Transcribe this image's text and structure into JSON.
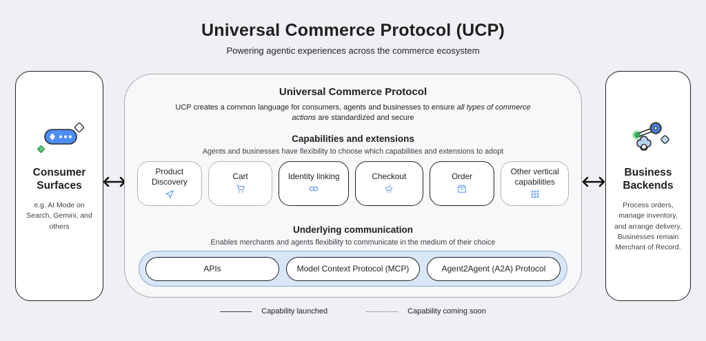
{
  "page": {
    "title": "Universal Commerce Protocol (UCP)",
    "subtitle": "Powering agentic experiences across the commerce ecosystem"
  },
  "consumer": {
    "title": "Consumer\nSurfaces",
    "description": "e.g. AI Mode on Search, Gemini, and others",
    "icon": "ai-chat-pill-icon"
  },
  "business": {
    "title": "Business\nBackends",
    "description": "Process orders, manage inventory, and arrange delivery. Businesses remain Merchant of Record.",
    "icon": "gears-icon"
  },
  "ucp": {
    "title": "Universal Commerce Protocol",
    "desc_pre": "UCP creates a common language for consumers, agents and businesses to ensure ",
    "desc_italic": "all types of commerce actions",
    "desc_post": " are standardized and secure",
    "capabilities_section": {
      "title": "Capabilities and extensions",
      "subtitle": "Agents and businesses have flexibility to choose which capabilities and extensions to adopt",
      "items": [
        {
          "label": "Product Discovery",
          "icon": "send-icon",
          "status": "coming-soon"
        },
        {
          "label": "Cart",
          "icon": "cart-icon",
          "status": "coming-soon"
        },
        {
          "label": "Identity linking",
          "icon": "link-icon",
          "status": "launched"
        },
        {
          "label": "Checkout",
          "icon": "checkout-cart-icon",
          "status": "launched"
        },
        {
          "label": "Order",
          "icon": "order-box-icon",
          "status": "launched"
        },
        {
          "label": "Other vertical capabilities",
          "icon": "grid-icon",
          "status": "coming-soon"
        }
      ]
    },
    "communication_section": {
      "title": "Underlying communication",
      "subtitle": "Enables merchants and agents flexibility to communicate in the medium of their choice",
      "channels": [
        "APIs",
        "Model Context Protocol (MCP)",
        "Agent2Agent (A2A) Protocol"
      ]
    }
  },
  "legend": {
    "launched": "Capability launched",
    "coming_soon": "Capability coming soon"
  },
  "colors": {
    "accent_blue": "#4285f4",
    "icon_blue": "#6fa2f7",
    "light_blue_fill": "#d9e6f8",
    "green": "#34a853",
    "text_dark": "#202124"
  }
}
